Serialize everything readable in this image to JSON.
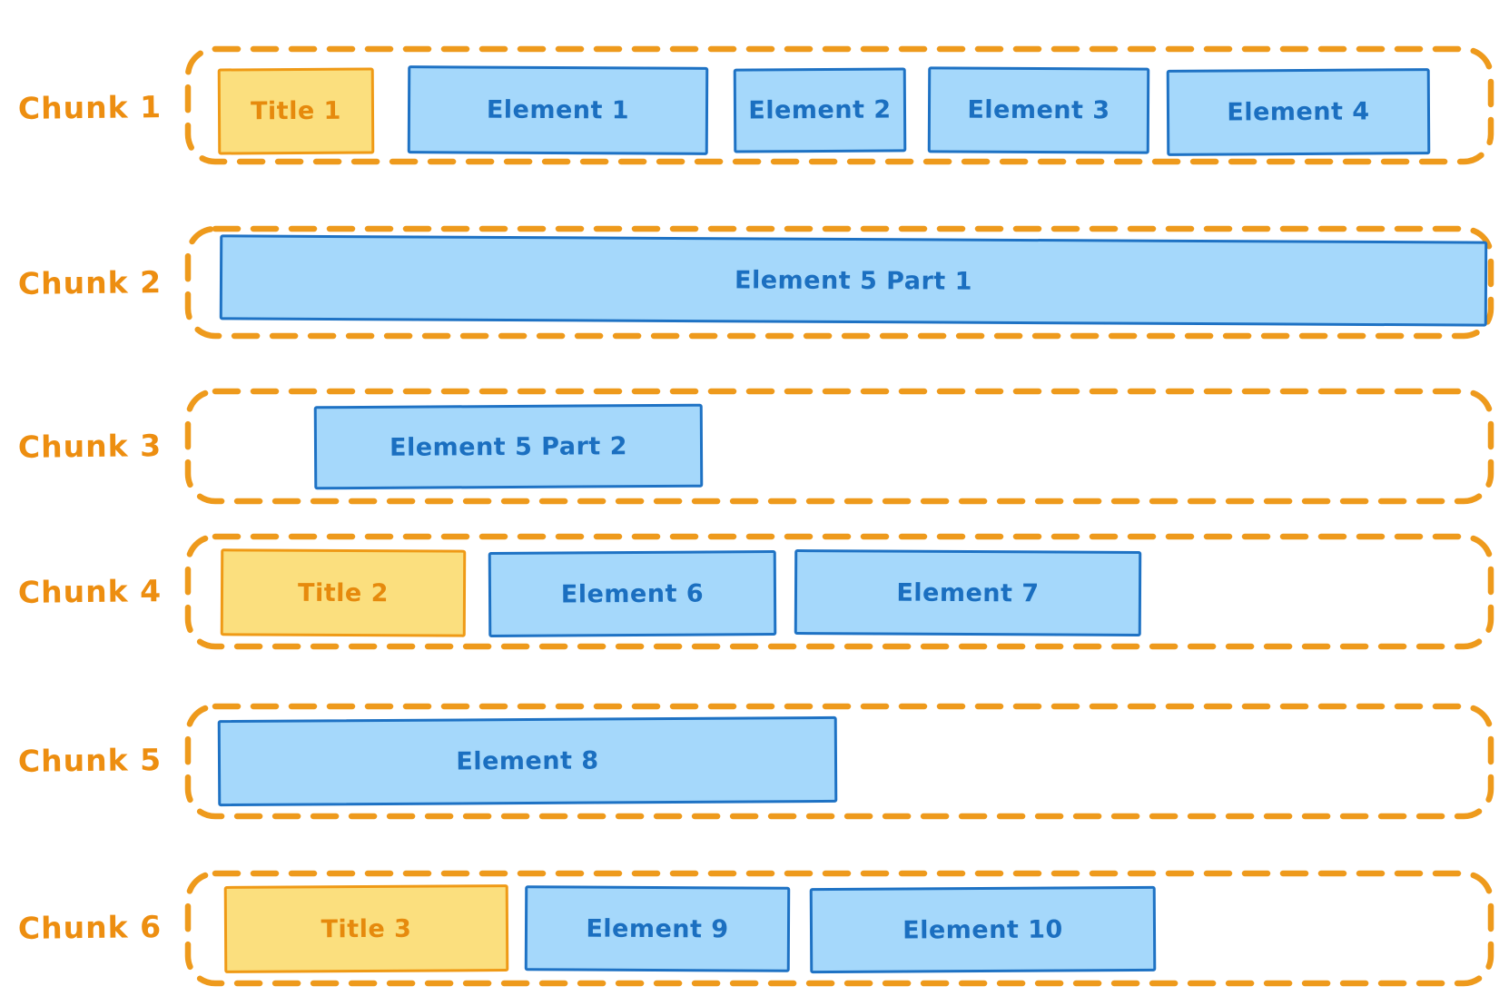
{
  "diagram": {
    "description": "Document chunking diagram",
    "colors": {
      "chunk_border_orange": "#EE9A1C",
      "chunk_label_orange": "#ED8E10",
      "title_fill_yellow": "#FBDF7E",
      "title_border_orange": "#EF9A16",
      "title_text_orange": "#E68A0D",
      "element_fill_blue": "#A5D8FB",
      "element_border_blue": "#1E72C4",
      "element_text_blue": "#1B6FC0",
      "background": "#FFFFFF"
    },
    "chunks": [
      {
        "label": "Chunk 1",
        "boxes": [
          {
            "type": "title",
            "text": "Title 1"
          },
          {
            "type": "element",
            "text": "Element 1"
          },
          {
            "type": "element",
            "text": "Element 2"
          },
          {
            "type": "element",
            "text": "Element 3"
          },
          {
            "type": "element",
            "text": "Element 4"
          }
        ]
      },
      {
        "label": "Chunk 2",
        "boxes": [
          {
            "type": "element",
            "text": "Element 5 Part 1"
          }
        ]
      },
      {
        "label": "Chunk 3",
        "boxes": [
          {
            "type": "element",
            "text": "Element 5 Part 2"
          }
        ]
      },
      {
        "label": "Chunk 4",
        "boxes": [
          {
            "type": "title",
            "text": "Title 2"
          },
          {
            "type": "element",
            "text": "Element 6"
          },
          {
            "type": "element",
            "text": "Element 7"
          }
        ]
      },
      {
        "label": "Chunk 5",
        "boxes": [
          {
            "type": "element",
            "text": "Element 8"
          }
        ]
      },
      {
        "label": "Chunk 6",
        "boxes": [
          {
            "type": "title",
            "text": "Title 3"
          },
          {
            "type": "element",
            "text": "Element 9"
          },
          {
            "type": "element",
            "text": "Element 10"
          }
        ]
      }
    ]
  }
}
